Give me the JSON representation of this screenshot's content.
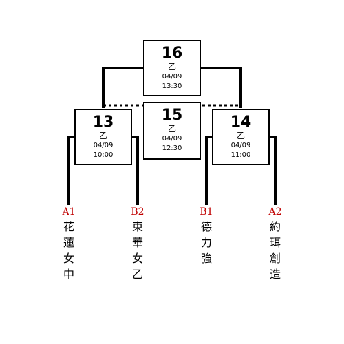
{
  "matches": [
    {
      "num": "16",
      "div": "乙",
      "date": "04/09",
      "time": "13:30"
    },
    {
      "num": "15",
      "div": "乙",
      "date": "04/09",
      "time": "12:30"
    },
    {
      "num": "13",
      "div": "乙",
      "date": "04/09",
      "time": "10:00"
    },
    {
      "num": "14",
      "div": "乙",
      "date": "04/09",
      "time": "11:00"
    }
  ],
  "teams": [
    {
      "seed": "A1",
      "chars": [
        "花",
        "蓮",
        "女",
        "中"
      ]
    },
    {
      "seed": "B2",
      "chars": [
        "東",
        "華",
        "女",
        "乙"
      ]
    },
    {
      "seed": "B1",
      "chars": [
        "德",
        "力",
        "強"
      ]
    },
    {
      "seed": "A2",
      "chars": [
        "約",
        "珥",
        "創",
        "造"
      ]
    }
  ],
  "colors": {
    "line": "#000000",
    "seed": "#c00000"
  }
}
